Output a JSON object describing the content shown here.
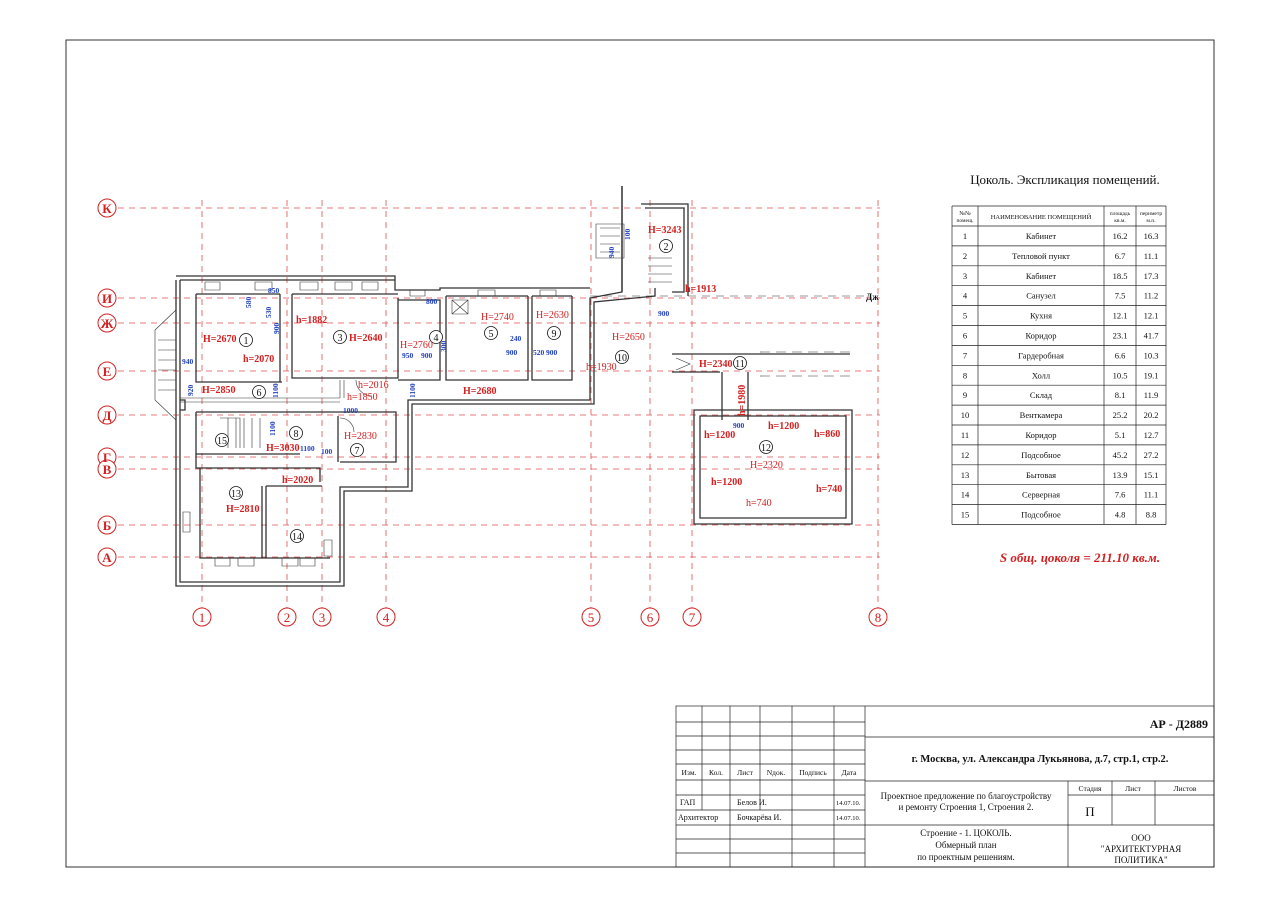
{
  "drawing": {
    "axes_letters": [
      {
        "label": "К"
      },
      {
        "label": "И"
      },
      {
        "label": "Ж"
      },
      {
        "label": "Е"
      },
      {
        "label": "Д"
      },
      {
        "label": "Г"
      },
      {
        "label": "В"
      },
      {
        "label": "Б"
      },
      {
        "label": "А"
      }
    ],
    "axes_numbers": [
      {
        "label": "1"
      },
      {
        "label": "2"
      },
      {
        "label": "3"
      },
      {
        "label": "4"
      },
      {
        "label": "5"
      },
      {
        "label": "6"
      },
      {
        "label": "7"
      },
      {
        "label": "8"
      }
    ],
    "room_numbers": [
      "1",
      "2",
      "3",
      "4",
      "5",
      "6",
      "7",
      "8",
      "9",
      "10",
      "11",
      "12",
      "13",
      "14",
      "15"
    ],
    "heights": {
      "r1": "H=2670",
      "r1h": "h=2070",
      "r2": "H=3243",
      "r2h": "h=1913",
      "r3": "H=2640",
      "r3h": "h=1882",
      "r4": "H=2760",
      "r5": "H=2740",
      "r9": "H=2630",
      "r10": "H=2650",
      "r10h": "h=1930",
      "r6": "H=2850",
      "r6h": "h=1850",
      "r6h2": "h=2016",
      "corr": "H=2680",
      "r11": "H=2340",
      "r11h": "h=1980",
      "r7": "H=2830",
      "r8": "H=3030",
      "r13": "H=2810",
      "r13h": "h=2020",
      "r12": "H=2320",
      "r12a": "h=1200",
      "r12b": "h=1200",
      "r12c": "h=860",
      "r12d": "h=1200",
      "r12e": "h=740",
      "r12f": "h=740"
    },
    "dims": {
      "d850": "850",
      "d580": "580",
      "d530": "530",
      "d900a": "900",
      "d940": "940",
      "d920": "920",
      "d1100a": "1100",
      "d1100b": "1100",
      "d1000": "1000",
      "d1100c": "1100",
      "d100a": "100",
      "d800": "800",
      "d1100d": "1100",
      "d950": "950",
      "d900b": "900",
      "d300": "300",
      "d240": "240",
      "d900c": "900",
      "d520": "520",
      "d900d": "900",
      "d900e": "900",
      "d940b": "940",
      "d100b": "100",
      "d900f": "900"
    },
    "misc": {
      "dsh": "Дж"
    }
  },
  "legend": {
    "title": "Цоколь. Экспликация помещений.",
    "headers": [
      "№№ помещ.",
      "НАИМЕНОВАНИЕ ПОМЕЩЕНИЙ",
      "площадь кв.м.",
      "периметр м.п."
    ],
    "rows": [
      [
        "1",
        "Кабинет",
        "16.2",
        "16.3"
      ],
      [
        "2",
        "Тепловой пункт",
        "6.7",
        "11.1"
      ],
      [
        "3",
        "Кабинет",
        "18.5",
        "17.3"
      ],
      [
        "4",
        "Санузел",
        "7.5",
        "11.2"
      ],
      [
        "5",
        "Кухня",
        "12.1",
        "12.1"
      ],
      [
        "6",
        "Коридор",
        "23.1",
        "41.7"
      ],
      [
        "7",
        "Гардеробная",
        "6.6",
        "10.3"
      ],
      [
        "8",
        "Холл",
        "10.5",
        "19.1"
      ],
      [
        "9",
        "Склад",
        "8.1",
        "11.9"
      ],
      [
        "10",
        "Венткамера",
        "25.2",
        "20.2"
      ],
      [
        "11",
        "Коридор",
        "5.1",
        "12.7"
      ],
      [
        "12",
        "Подсобное",
        "45.2",
        "27.2"
      ],
      [
        "13",
        "Бытовая",
        "13.9",
        "15.1"
      ],
      [
        "14",
        "Серверная",
        "7.6",
        "11.1"
      ],
      [
        "15",
        "Подсобное",
        "4.8",
        "8.8"
      ]
    ],
    "total": "S общ. цоколя = 211.10 кв.м."
  },
  "titleblock": {
    "code": "АР - Д2889",
    "address": "г. Москва, ул. Александра Лукьянова, д.7, стр.1, стр.2.",
    "col_headers": [
      "Изм.",
      "Кол.",
      "Лист",
      "Nдок.",
      "Подпись",
      "Дата"
    ],
    "project": [
      "Проектное предложение по благоустройству",
      "и ремонту Строения 1, Строения 2."
    ],
    "stage_headers": [
      "Стадия",
      "Лист",
      "Листов"
    ],
    "stage": "П",
    "people": [
      {
        "role": "ГАП",
        "name": "Белов И.",
        "date": "14.07.10."
      },
      {
        "role": "Архитектор",
        "name": "Бочкарёва И.",
        "date": "14.07.10."
      }
    ],
    "sheet_title": [
      "Строение - 1. ЦОКОЛЬ.",
      "Обмерный план",
      "по проектным решениям."
    ],
    "org": [
      "ООО",
      "\"АРХИТЕКТУРНАЯ",
      "ПОЛИТИКА\""
    ]
  }
}
